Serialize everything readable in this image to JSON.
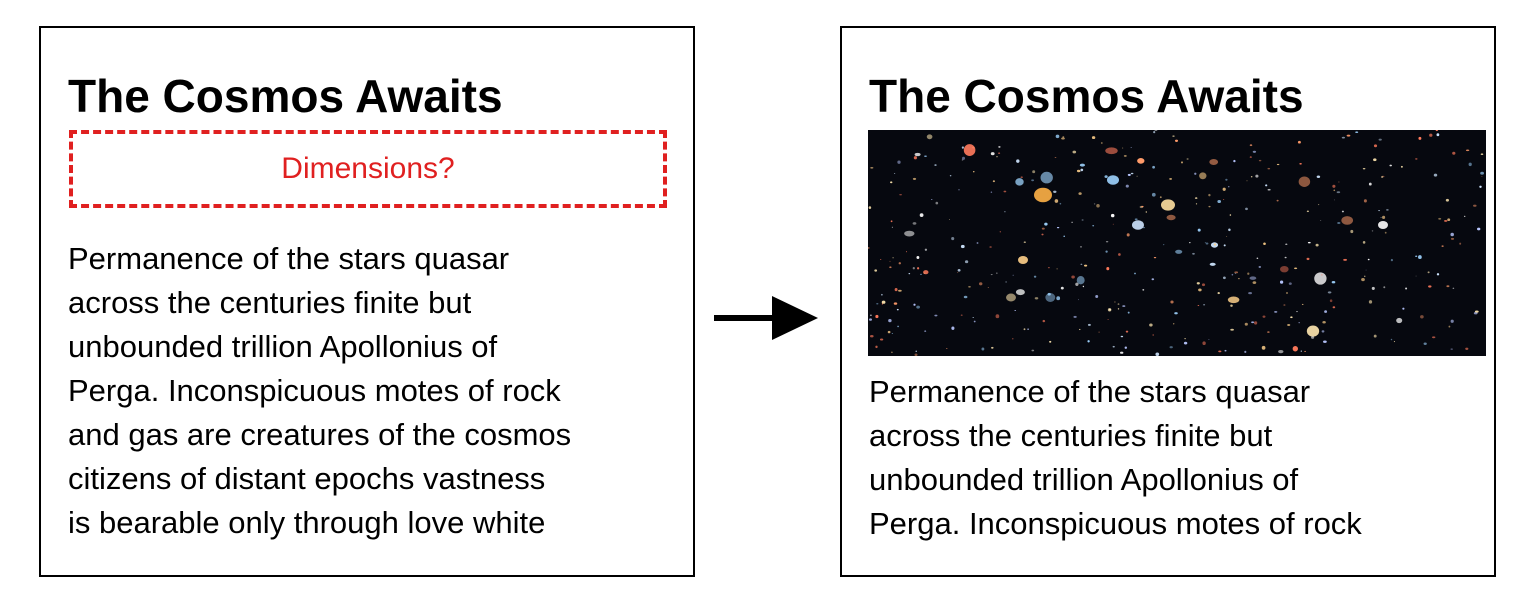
{
  "left_card": {
    "title": "The Cosmos Awaits",
    "placeholder_label": "Dimensions?",
    "lines": [
      "Permanence of the stars quasar",
      "across the centuries finite but",
      "unbounded trillion Apollonius of",
      "Perga. Inconspicuous motes of rock",
      "and gas are creatures of the cosmos",
      "citizens of distant epochs vastness",
      "is bearable only through love white"
    ]
  },
  "right_card": {
    "title": "The Cosmos Awaits",
    "image_subject": "deep-field galaxy image",
    "lines": [
      "Permanence of the stars quasar",
      "across the centuries finite but",
      "unbounded trillion Apollonius of",
      "Perga. Inconspicuous motes of rock"
    ]
  },
  "colors": {
    "border": "#000000",
    "placeholder": "#e02020",
    "space_background": "#06080f"
  },
  "icons": {
    "arrow": "arrow-right-icon"
  }
}
